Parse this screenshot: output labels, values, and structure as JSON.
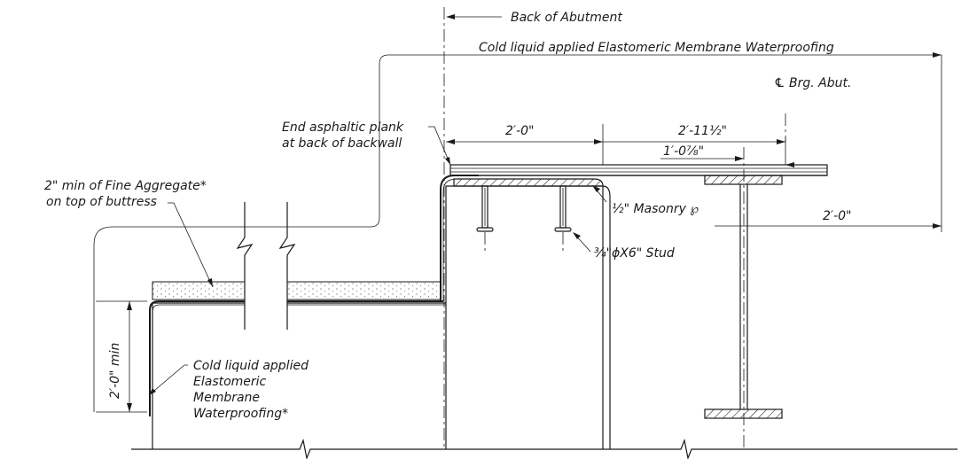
{
  "labels": {
    "back_of_abutment": "Back of Abutment",
    "membrane_top": "Cold liquid applied Elastomeric Membrane Waterproofing",
    "cl_brg_abut": "℄ Brg. Abut.",
    "end_plank_line1": "End asphaltic plank",
    "end_plank_line2": "at back of backwall",
    "fine_agg_line1": "2\" min of Fine Aggregate*",
    "fine_agg_line2": "on top of buttress",
    "dim_2_0_left": "2′-0\"",
    "dim_2_11_half": "2′-11½\"",
    "dim_1_0_7_8": "1′-0⅞\"",
    "masonry_plate": "½\" Masonry ℘",
    "stud": "¾\"ϕX6\" Stud",
    "dim_2_0_right": "2′-0\"",
    "dim_2_0_min": "2′-0\" min",
    "membrane_side_line1": "Cold liquid applied",
    "membrane_side_line2": "Elastomeric",
    "membrane_side_line3": "Membrane",
    "membrane_side_line4": "Waterproofing*"
  }
}
